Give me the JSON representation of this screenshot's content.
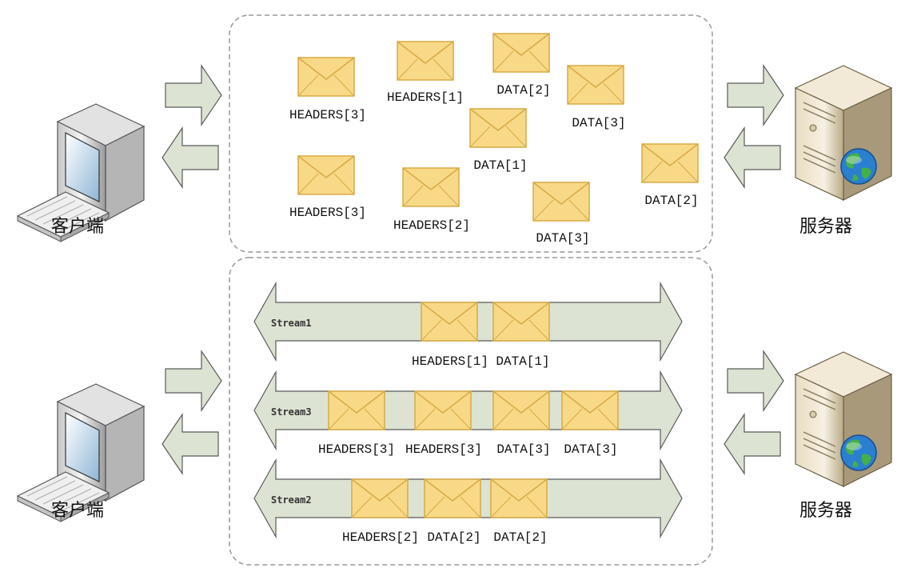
{
  "colors": {
    "envelope_fill": "#f8d987",
    "envelope_stroke": "#d7aa45",
    "arrow_fill": "#dde3d2",
    "arrow_stroke": "#5a5a5a",
    "panel_border": "#999999"
  },
  "icons": {
    "client": "desktop-computer-icon",
    "server": "server-tower-icon",
    "message": "envelope-icon"
  },
  "top": {
    "client_label": "客户端",
    "server_label": "服务器",
    "frames": [
      {
        "label": "HEADERS[3]"
      },
      {
        "label": "HEADERS[1]"
      },
      {
        "label": "DATA[2]"
      },
      {
        "label": "DATA[3]"
      },
      {
        "label": "DATA[1]"
      },
      {
        "label": "HEADERS[3]"
      },
      {
        "label": "HEADERS[2]"
      },
      {
        "label": "DATA[3]"
      },
      {
        "label": "DATA[2]"
      }
    ]
  },
  "bottom": {
    "client_label": "客户端",
    "server_label": "服务器",
    "streams": [
      {
        "name": "Stream1",
        "frames": [
          "HEADERS[1]",
          "DATA[1]"
        ]
      },
      {
        "name": "Stream3",
        "frames": [
          "HEADERS[3]",
          "HEADERS[3]",
          "DATA[3]",
          "DATA[3]"
        ]
      },
      {
        "name": "Stream2",
        "frames": [
          "HEADERS[2]",
          "DATA[2]",
          "DATA[2]"
        ]
      }
    ]
  }
}
